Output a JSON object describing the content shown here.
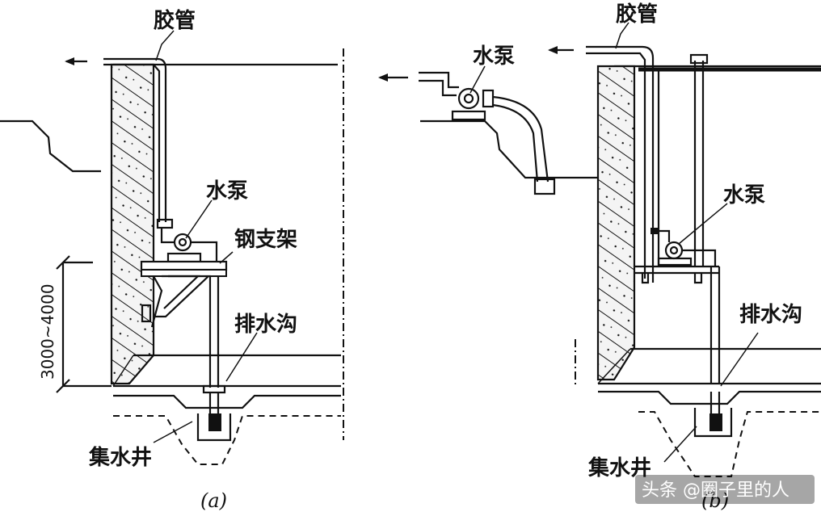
{
  "diagram_a": {
    "label_hose": "胶管",
    "label_pump": "水泵",
    "label_bracket": "钢支架",
    "label_drain": "排水沟",
    "label_sump": "集水井",
    "dimension": "3000~4000",
    "caption": "(a)"
  },
  "diagram_b": {
    "label_hose": "胶管",
    "label_pump_top": "水泵",
    "label_pump": "水泵",
    "label_drain": "排水沟",
    "label_sump": "集水井",
    "caption": "(b)"
  },
  "watermark": "头条 @圈子里的人"
}
